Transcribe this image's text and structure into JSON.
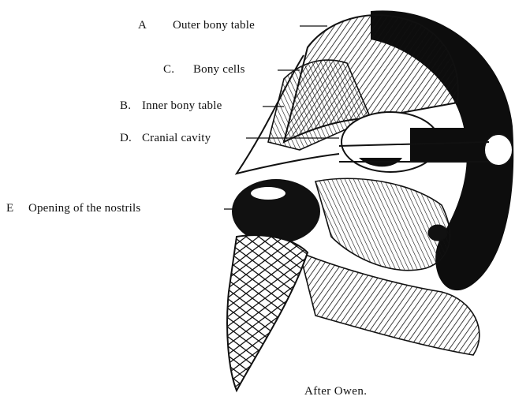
{
  "labels": [
    {
      "letter": "A",
      "text": "Outer bony table"
    },
    {
      "letter": "C.",
      "text": "Bony cells"
    },
    {
      "letter": "B.",
      "text": "Inner bony table"
    },
    {
      "letter": "D.",
      "text": "Cranial cavity"
    },
    {
      "letter": "E",
      "text": "Opening of the nostrils"
    }
  ],
  "credit": "After Owen."
}
